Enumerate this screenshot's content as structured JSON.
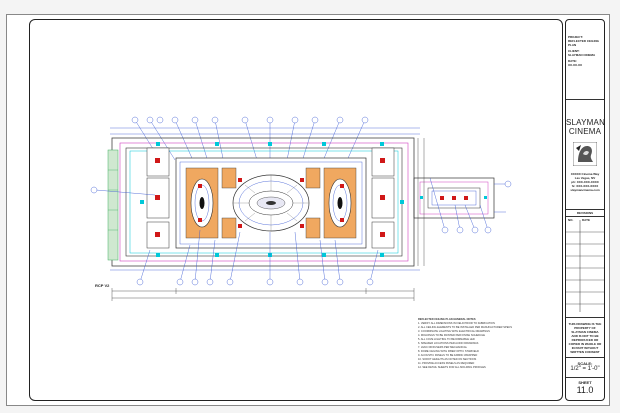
{
  "title_block": {
    "project_info": [
      "PROJECT:",
      "REFLECTED CEILING",
      "PLAN",
      "CLIENT:",
      "SLAYMAN CINEMA",
      "DATE:",
      "XX-XX-XX"
    ],
    "brand_line1": "SLAYMAN",
    "brand_line2": "CINEMA",
    "address": [
      "XXXXX Cinema Way",
      "Las Vegas, NV",
      "ph: XXX-XXX-XXXX",
      "fx: XXX-XXX-XXXX",
      "slaymancinema.com"
    ],
    "revisions_header": "REVISIONS",
    "revisions_cols": [
      "NO.",
      "DATE"
    ],
    "disclaimer": "THIS DRAWING IS THE PROPERTY OF SLAYMAN CINEMA AND IS NOT TO BE REPRODUCED OR COPIED IN WHOLE OR IN PART WITHOUT WRITTEN CONSENT",
    "scale_label": "SCALE:",
    "scale_value": "1/2\" = 1'-0\"",
    "sheet_label": "SHEET",
    "sheet_number": "11.0"
  },
  "plan": {
    "label": "RCP V2"
  },
  "notes": [
    "REFLECTED CEILING PLAN GENERAL NOTES",
    "1. VERIFY ALL DIMENSIONS IN FIELD PRIOR TO FABRICATION",
    "2. ALL CEILING ELEMENTS TO BE INSTALLED PER MANUFACTURER SPECS",
    "3. COORDINATE LIGHTING WITH ELECTRICAL DRAWINGS",
    "4. MOLDINGS TO BE PAINTED PER FINISH SCHEDULE",
    "5. ALL COVE LIGHTING TO BE DIMMABLE LED",
    "6. SPEAKER LOCATIONS PER AUDIO DRAWINGS",
    "7. HVAC DIFFUSERS PER MECHANICAL",
    "8. DOME CEILING WITH FIBER OPTIC STARFIELD",
    "9. ACOUSTIC PANELS TO BE FABRIC WRAPPED",
    "10. SOFFIT HEIGHTS AS NOTED ON SECTIONS",
    "11. PROVIDE ACCESS PANELS AS REQUIRED",
    "12. SEE DETAIL SHEETS FOR ALL MOLDING PROFILES"
  ],
  "colors": {
    "accent_orange": "#f0a860",
    "cyan": "#00c8d8",
    "blue_line": "#3050d0",
    "magenta_line": "#d040c0",
    "green": "#40b060",
    "red": "#d01818"
  }
}
